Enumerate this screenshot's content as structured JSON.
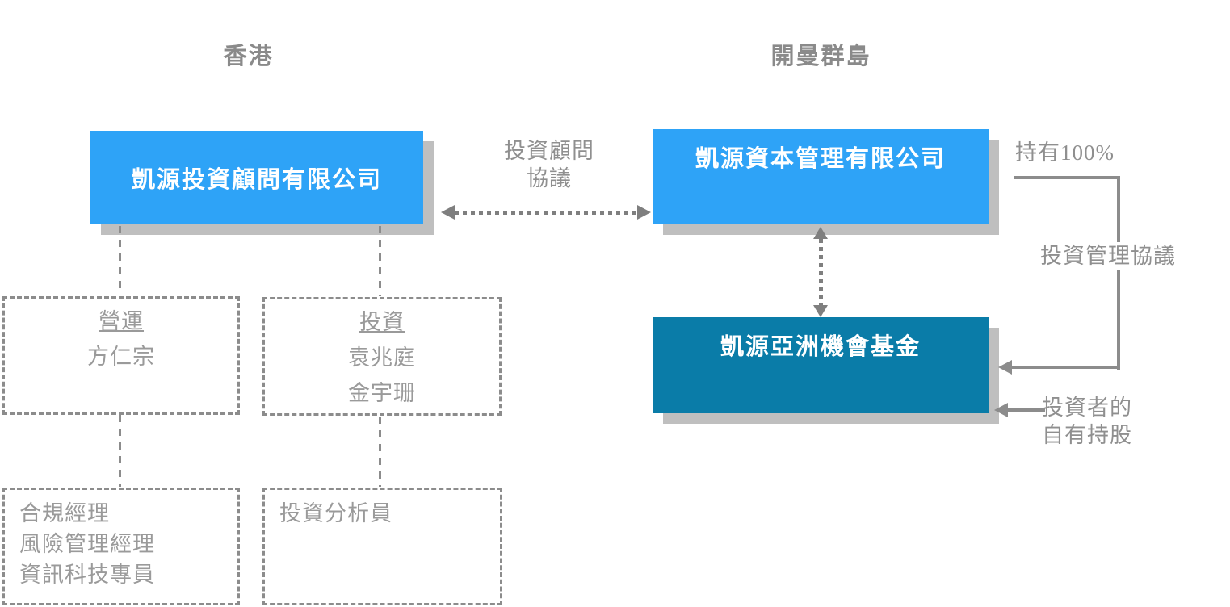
{
  "headers": {
    "left": "香港",
    "right": "開曼群島"
  },
  "boxes": {
    "advisor": {
      "label": "凱源投資顧問有限公司",
      "color": "#2EA3F7"
    },
    "manager": {
      "label": "凱源資本管理有限公司",
      "color": "#2EA3F7"
    },
    "fund": {
      "label": "凱源亞洲機會基金",
      "color": "#0A7CA8"
    }
  },
  "connectors": {
    "advisory_agreement": {
      "line1": "投資顧問",
      "line2": "協議"
    },
    "holds_100": "持有100%",
    "management_agreement": "投資管理協議",
    "investor_holding": {
      "line1": "投資者的",
      "line2": "自有持股"
    }
  },
  "teams": {
    "operations": {
      "title": "營運",
      "members": [
        "方仁宗"
      ]
    },
    "investment": {
      "title": "投資",
      "members": [
        "袁兆庭",
        "金宇珊"
      ]
    },
    "operations_roles": [
      "合規經理",
      "風險管理經理",
      "資訊科技專員"
    ],
    "investment_roles": [
      "投資分析員"
    ]
  },
  "colors": {
    "bright_blue": "#2EA3F7",
    "teal": "#0A7CA8",
    "shadow_gray": "#BFBFBF",
    "line_gray": "#8C8C8C",
    "text_gray": "#8F8F8F",
    "background": "#FFFFFF"
  }
}
